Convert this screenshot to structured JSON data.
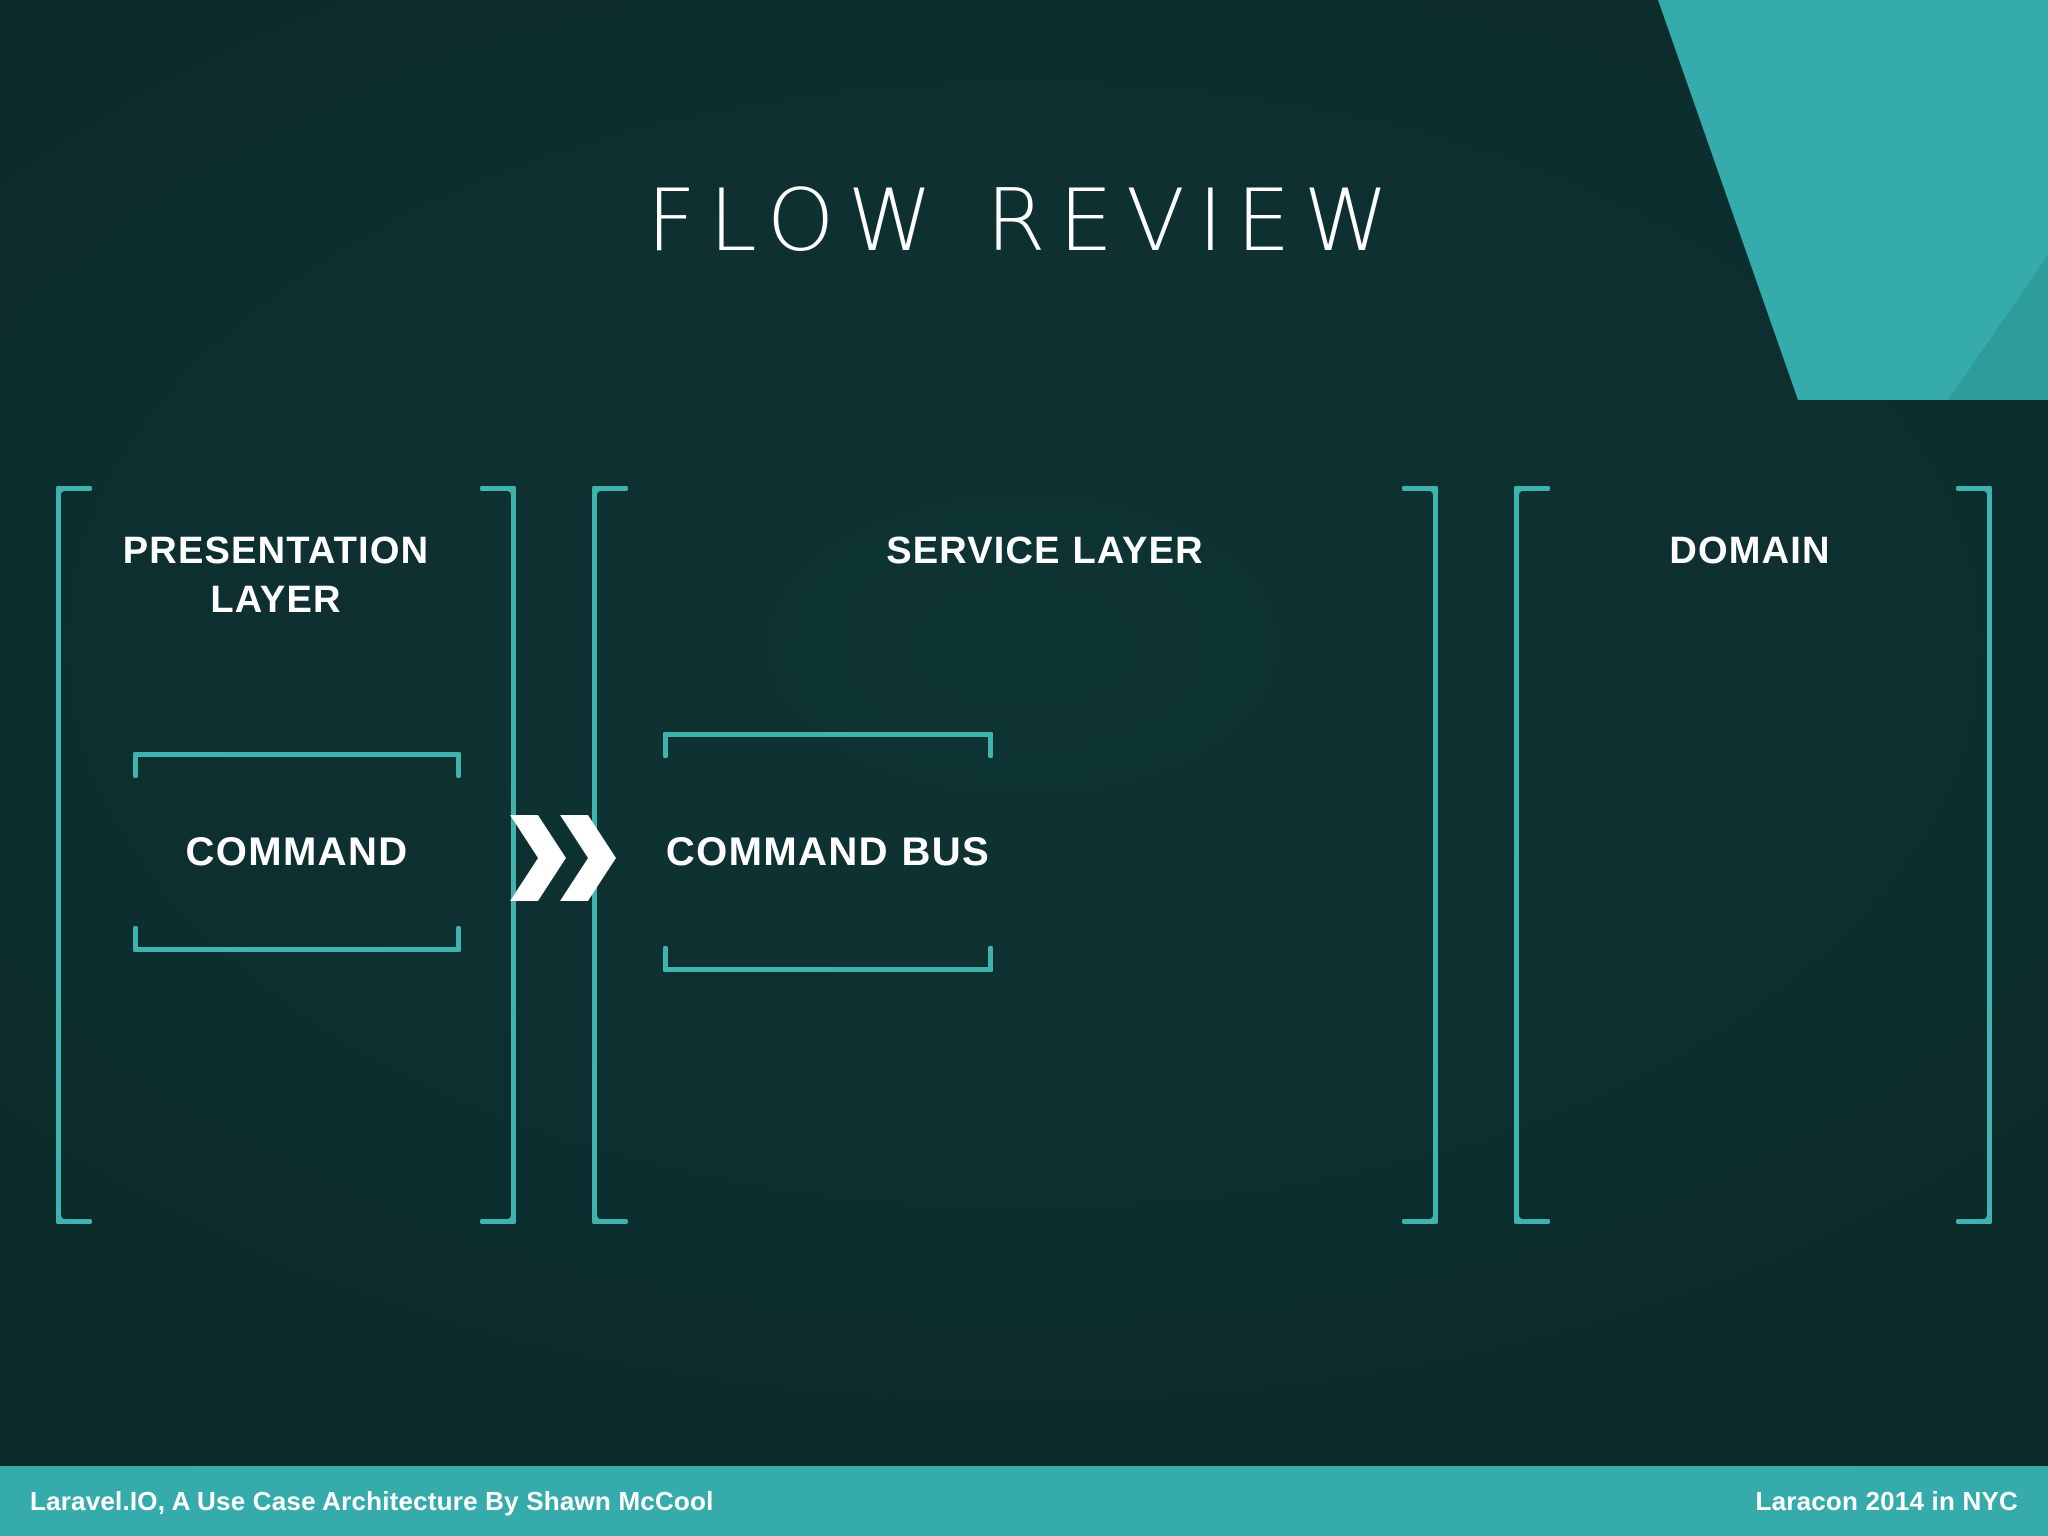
{
  "slide": {
    "title": "FLOW REVIEW",
    "background_color": "#0b2b2b",
    "accent_color": "#35abab",
    "bracket_color": "#3fb3ad",
    "text_color": "#ffffff"
  },
  "corner": {
    "name": "top-right-teal-corner",
    "primary_color": "#35abab",
    "shadow_color": "#2f9c9c"
  },
  "columns": [
    {
      "id": "presentation",
      "heading": "PRESENTATION LAYER",
      "box": {
        "label": "COMMAND"
      }
    },
    {
      "id": "service",
      "heading": "SERVICE LAYER",
      "box": {
        "label": "COMMAND BUS"
      }
    },
    {
      "id": "domain",
      "heading": "DOMAIN",
      "box": null
    }
  ],
  "flow": {
    "arrow": "double-chevron-right",
    "from": "COMMAND",
    "to": "COMMAND BUS"
  },
  "footer": {
    "left": "Laravel.IO, A Use Case Architecture By Shawn McCool",
    "right": "Laracon 2014 in NYC",
    "background_color": "#35abab"
  }
}
